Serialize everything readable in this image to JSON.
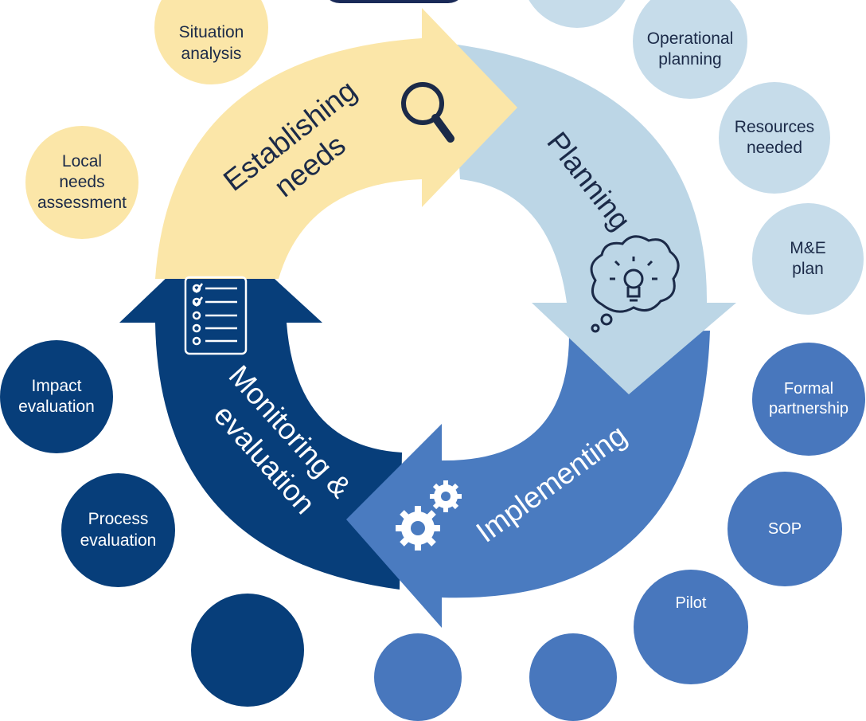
{
  "colors": {
    "establishing": "#fbe6a8",
    "planning": "#bcd6e6",
    "implementing": "#4a7bc0",
    "monitoring": "#073e7a",
    "text_dark": "#1b2a48",
    "text_light": "#ffffff"
  },
  "stages": {
    "establishing_line1": "Establishing",
    "establishing_line2": "needs",
    "planning": "Planning",
    "implementing": "Implementing",
    "monitoring_line1": "Monitoring &",
    "monitoring_line2": "evaluation"
  },
  "icons": {
    "establishing": "magnifier-icon",
    "planning": "thought-lightbulb-icon",
    "implementing": "gears-icon",
    "monitoring": "checklist-icon"
  },
  "bubbles": {
    "situation_analysis": "Situation\nanalysis",
    "local_needs": "Local\nneeds\nassessment",
    "operational_planning": "Operational\nplanning",
    "resources_needed": "Resources\nneeded",
    "me_plan": "M&E\nplan",
    "formal_partnership": "Formal\npartnership",
    "sop": "SOP",
    "pilot": "Pilot",
    "impact_evaluation": "Impact\nevaluation",
    "process_evaluation": "Process\nevaluation"
  }
}
